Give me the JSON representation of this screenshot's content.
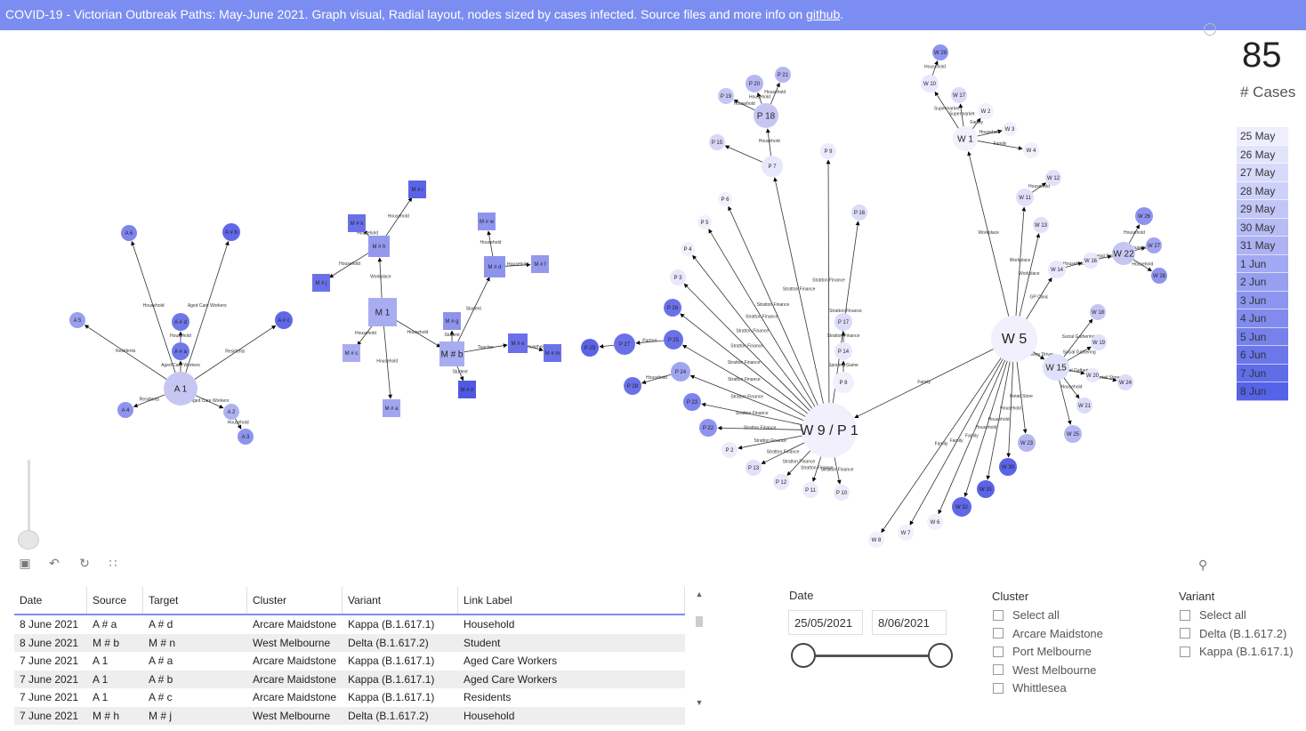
{
  "banner": {
    "text": "COVID-19  - Victorian Outbreak Paths: May-June 2021.  Graph visual, Radial layout, nodes sized by cases infected. Source files and more info on",
    "link": "github",
    "suffix": "."
  },
  "kpi": {
    "value": "85",
    "label": "# Cases"
  },
  "dates": {
    "items": [
      "25 May",
      "26 May",
      "27 May",
      "28 May",
      "29 May",
      "30 May",
      "31 May",
      "1 Jun",
      "2 Jun",
      "3 Jun",
      "4 Jun",
      "5 Jun",
      "6 Jun",
      "7 Jun",
      "8 Jun"
    ],
    "start_color": "#eeeefc",
    "end_color": "#5563e8"
  },
  "colors": {
    "banner": "#7b8df0",
    "node_light": "#ecebfb",
    "node_dark": "#5060e6",
    "square": "#8e94ee"
  },
  "graph": {
    "nodes": [
      {
        "id": "A1",
        "label": "A 1",
        "shape": "circle"
      },
      {
        "id": "A#a",
        "label": "A # a",
        "shape": "circle"
      },
      {
        "id": "A#d",
        "label": "A # d",
        "shape": "circle"
      },
      {
        "id": "A#b",
        "label": "A # b",
        "shape": "circle"
      },
      {
        "id": "A#c",
        "label": "A # c",
        "shape": "circle"
      },
      {
        "id": "A2",
        "label": "A 2",
        "shape": "circle"
      },
      {
        "id": "A3",
        "label": "A 3",
        "shape": "circle"
      },
      {
        "id": "A4",
        "label": "A 4",
        "shape": "circle"
      },
      {
        "id": "A5",
        "label": "A 5",
        "shape": "circle"
      },
      {
        "id": "A6",
        "label": "A 6",
        "shape": "circle"
      },
      {
        "id": "M1",
        "label": "M 1",
        "shape": "square"
      },
      {
        "id": "M#h",
        "label": "M # h",
        "shape": "square"
      },
      {
        "id": "M#i",
        "label": "M # i",
        "shape": "square"
      },
      {
        "id": "M#k",
        "label": "M # k",
        "shape": "square"
      },
      {
        "id": "M#j",
        "label": "M # j",
        "shape": "square"
      },
      {
        "id": "M#c",
        "label": "M # c",
        "shape": "square"
      },
      {
        "id": "M#a",
        "label": "M # a",
        "shape": "square"
      },
      {
        "id": "M#b",
        "label": "M # b",
        "shape": "square"
      },
      {
        "id": "M#g",
        "label": "M # g",
        "shape": "square"
      },
      {
        "id": "M#n",
        "label": "M # n",
        "shape": "square"
      },
      {
        "id": "M#e",
        "label": "M # e",
        "shape": "square"
      },
      {
        "id": "M#m",
        "label": "M # m",
        "shape": "square"
      },
      {
        "id": "M#d",
        "label": "M # d",
        "shape": "square"
      },
      {
        "id": "M#w",
        "label": "M # w",
        "shape": "square"
      },
      {
        "id": "M#f",
        "label": "M # f",
        "shape": "square"
      },
      {
        "id": "W9P1",
        "label": "W 9 / P 1",
        "shape": "circle"
      },
      {
        "id": "W5",
        "label": "W 5",
        "shape": "circle"
      },
      {
        "id": "W1",
        "label": "W 1",
        "shape": "circle"
      },
      {
        "id": "P7",
        "label": "P 7",
        "shape": "circle"
      },
      {
        "id": "P18",
        "label": "P 18",
        "shape": "circle"
      },
      {
        "id": "P19",
        "label": "P 19",
        "shape": "circle"
      },
      {
        "id": "P20",
        "label": "P 20",
        "shape": "circle"
      },
      {
        "id": "P21",
        "label": "P 21",
        "shape": "circle"
      },
      {
        "id": "P15",
        "label": "P 15",
        "shape": "circle"
      },
      {
        "id": "P9",
        "label": "P 9",
        "shape": "circle"
      },
      {
        "id": "P16",
        "label": "P 16",
        "shape": "circle"
      },
      {
        "id": "P6",
        "label": "P 6",
        "shape": "circle"
      },
      {
        "id": "P5",
        "label": "P 5",
        "shape": "circle"
      },
      {
        "id": "P4",
        "label": "P 4",
        "shape": "circle"
      },
      {
        "id": "P3",
        "label": "P 3",
        "shape": "circle"
      },
      {
        "id": "P26",
        "label": "P 26",
        "shape": "circle"
      },
      {
        "id": "P25",
        "label": "P 25",
        "shape": "circle"
      },
      {
        "id": "P27",
        "label": "P 27",
        "shape": "circle"
      },
      {
        "id": "P29",
        "label": "P 29",
        "shape": "circle"
      },
      {
        "id": "P24",
        "label": "P 24",
        "shape": "circle"
      },
      {
        "id": "P28",
        "label": "P 28",
        "shape": "circle"
      },
      {
        "id": "P23",
        "label": "P 23",
        "shape": "circle"
      },
      {
        "id": "P22",
        "label": "P 22",
        "shape": "circle"
      },
      {
        "id": "P2",
        "label": "P 2",
        "shape": "circle"
      },
      {
        "id": "P13",
        "label": "P 13",
        "shape": "circle"
      },
      {
        "id": "P12",
        "label": "P 12",
        "shape": "circle"
      },
      {
        "id": "P11",
        "label": "P 11",
        "shape": "circle"
      },
      {
        "id": "P10",
        "label": "P 10",
        "shape": "circle"
      },
      {
        "id": "P17",
        "label": "P 17",
        "shape": "circle"
      },
      {
        "id": "P14",
        "label": "P 14",
        "shape": "circle"
      },
      {
        "id": "P8",
        "label": "P 8",
        "shape": "circle"
      },
      {
        "id": "W29",
        "label": "W 29",
        "shape": "circle"
      },
      {
        "id": "W10",
        "label": "W 10",
        "shape": "circle"
      },
      {
        "id": "W17",
        "label": "W 17",
        "shape": "circle"
      },
      {
        "id": "W2",
        "label": "W 2",
        "shape": "circle"
      },
      {
        "id": "W3",
        "label": "W 3",
        "shape": "circle"
      },
      {
        "id": "W4",
        "label": "W 4",
        "shape": "circle"
      },
      {
        "id": "W12",
        "label": "W 12",
        "shape": "circle"
      },
      {
        "id": "W11",
        "label": "W 11",
        "shape": "circle"
      },
      {
        "id": "W13",
        "label": "W 13",
        "shape": "circle"
      },
      {
        "id": "W14",
        "label": "W 14",
        "shape": "circle"
      },
      {
        "id": "W16",
        "label": "W 16",
        "shape": "circle"
      },
      {
        "id": "W22",
        "label": "W 22",
        "shape": "circle"
      },
      {
        "id": "W26",
        "label": "W 26",
        "shape": "circle"
      },
      {
        "id": "W27",
        "label": "W 27",
        "shape": "circle"
      },
      {
        "id": "W28",
        "label": "W 28",
        "shape": "circle"
      },
      {
        "id": "W18",
        "label": "W 18",
        "shape": "circle"
      },
      {
        "id": "W19",
        "label": "W 19",
        "shape": "circle"
      },
      {
        "id": "W15",
        "label": "W 15",
        "shape": "circle"
      },
      {
        "id": "W20",
        "label": "W 20",
        "shape": "circle"
      },
      {
        "id": "W24",
        "label": "W 24",
        "shape": "circle"
      },
      {
        "id": "W21",
        "label": "W 21",
        "shape": "circle"
      },
      {
        "id": "W25",
        "label": "W 25",
        "shape": "circle"
      },
      {
        "id": "W23",
        "label": "W 23",
        "shape": "circle"
      },
      {
        "id": "W30",
        "label": "W 30",
        "shape": "circle"
      },
      {
        "id": "W31",
        "label": "W 31",
        "shape": "circle"
      },
      {
        "id": "W32",
        "label": "W 32",
        "shape": "circle"
      },
      {
        "id": "W6",
        "label": "W 6",
        "shape": "circle"
      },
      {
        "id": "W7",
        "label": "W 7",
        "shape": "circle"
      },
      {
        "id": "W8",
        "label": "W 8",
        "shape": "circle"
      }
    ],
    "edges": [
      {
        "s": "A1",
        "t": "A#a",
        "label": "Aged Care Workers"
      },
      {
        "s": "A#a",
        "t": "A#d",
        "label": "Household"
      },
      {
        "s": "A1",
        "t": "A#b",
        "label": "Aged Care Workers"
      },
      {
        "s": "A1",
        "t": "A6",
        "label": "Household"
      },
      {
        "s": "A1",
        "t": "A5",
        "label": "Residents"
      },
      {
        "s": "A1",
        "t": "A#c",
        "label": "Residents"
      },
      {
        "s": "A1",
        "t": "A4",
        "label": "Residents"
      },
      {
        "s": "A1",
        "t": "A2",
        "label": "Aged Care Workers"
      },
      {
        "s": "A2",
        "t": "A3",
        "label": "Household"
      },
      {
        "s": "M1",
        "t": "M#h",
        "label": "Workplace"
      },
      {
        "s": "M#h",
        "t": "M#i",
        "label": "Household"
      },
      {
        "s": "M#h",
        "t": "M#k",
        "label": "Household"
      },
      {
        "s": "M#h",
        "t": "M#j",
        "label": "Household"
      },
      {
        "s": "M1",
        "t": "M#c",
        "label": "Household"
      },
      {
        "s": "M1",
        "t": "M#a",
        "label": "Household"
      },
      {
        "s": "M1",
        "t": "M#b",
        "label": "Household"
      },
      {
        "s": "M#b",
        "t": "M#g",
        "label": "Student"
      },
      {
        "s": "M#b",
        "t": "M#n",
        "label": "Student"
      },
      {
        "s": "M#b",
        "t": "M#e",
        "label": "Teacher"
      },
      {
        "s": "M#e",
        "t": "M#m",
        "label": "Household"
      },
      {
        "s": "M#b",
        "t": "M#d",
        "label": "Student"
      },
      {
        "s": "M#d",
        "t": "M#w",
        "label": "Household"
      },
      {
        "s": "M#d",
        "t": "M#f",
        "label": "Household"
      },
      {
        "s": "W9P1",
        "t": "P7",
        "label": "Stratton Finance"
      },
      {
        "s": "P7",
        "t": "P18",
        "label": "Household"
      },
      {
        "s": "P18",
        "t": "P19",
        "label": "Household"
      },
      {
        "s": "P18",
        "t": "P20",
        "label": "Household"
      },
      {
        "s": "P18",
        "t": "P21",
        "label": "Household"
      },
      {
        "s": "P7",
        "t": "P15",
        "label": ""
      },
      {
        "s": "W9P1",
        "t": "P9",
        "label": "Stratton Finance"
      },
      {
        "s": "W9P1",
        "t": "P16",
        "label": "Stratton Finance"
      },
      {
        "s": "W9P1",
        "t": "P6",
        "label": "Stratton Finance"
      },
      {
        "s": "W9P1",
        "t": "P5",
        "label": "Stratton Finance"
      },
      {
        "s": "W9P1",
        "t": "P4",
        "label": "Stratton Finance"
      },
      {
        "s": "W9P1",
        "t": "P3",
        "label": "Stratton Finance"
      },
      {
        "s": "W9P1",
        "t": "P26",
        "label": "Stratton Finance"
      },
      {
        "s": "W9P1",
        "t": "P25",
        "label": "Stratton Finance"
      },
      {
        "s": "P25",
        "t": "P27",
        "label": "Partner"
      },
      {
        "s": "P27",
        "t": "P29",
        "label": ""
      },
      {
        "s": "W9P1",
        "t": "P24",
        "label": "Stratton Finance"
      },
      {
        "s": "P24",
        "t": "P28",
        "label": "Household"
      },
      {
        "s": "W9P1",
        "t": "P23",
        "label": "Stratton Finance"
      },
      {
        "s": "W9P1",
        "t": "P22",
        "label": "Stratton Finance"
      },
      {
        "s": "W9P1",
        "t": "P2",
        "label": "Stratton Finance"
      },
      {
        "s": "W9P1",
        "t": "P13",
        "label": "Stratton Finance"
      },
      {
        "s": "W9P1",
        "t": "P12",
        "label": "Stratton Finance"
      },
      {
        "s": "W9P1",
        "t": "P11",
        "label": "Stratton Finance"
      },
      {
        "s": "W9P1",
        "t": "P10",
        "label": "Stratton Finance"
      },
      {
        "s": "P8",
        "t": "P14",
        "label": "Sporting Game"
      },
      {
        "s": "P14",
        "t": "P17",
        "label": "Stratton Finance"
      },
      {
        "s": "W5",
        "t": "W9P1",
        "label": "Family"
      },
      {
        "s": "W5",
        "t": "W1",
        "label": "Workplace"
      },
      {
        "s": "W1",
        "t": "W10",
        "label": "Supermarket"
      },
      {
        "s": "W10",
        "t": "W29",
        "label": "Household"
      },
      {
        "s": "W1",
        "t": "W17",
        "label": "Supermarket"
      },
      {
        "s": "W1",
        "t": "W2",
        "label": "Family"
      },
      {
        "s": "W1",
        "t": "W3",
        "label": "Household"
      },
      {
        "s": "W1",
        "t": "W4",
        "label": "Family"
      },
      {
        "s": "W5",
        "t": "W11",
        "label": "Workplace"
      },
      {
        "s": "W11",
        "t": "W12",
        "label": "Household"
      },
      {
        "s": "W5",
        "t": "W13",
        "label": "Workplace"
      },
      {
        "s": "W5",
        "t": "W14",
        "label": "GP Clinic"
      },
      {
        "s": "W14",
        "t": "W16",
        "label": "Household"
      },
      {
        "s": "W16",
        "t": "W22",
        "label": "Retail Store"
      },
      {
        "s": "W22",
        "t": "W26",
        "label": "Household"
      },
      {
        "s": "W22",
        "t": "W27",
        "label": "Household"
      },
      {
        "s": "W22",
        "t": "W28",
        "label": "Household"
      },
      {
        "s": "W5",
        "t": "W15",
        "label": "Delivery Driver"
      },
      {
        "s": "W15",
        "t": "W18",
        "label": "Social Gathering"
      },
      {
        "s": "W15",
        "t": "W19",
        "label": "Social Gathering"
      },
      {
        "s": "W15",
        "t": "W20",
        "label": "Social Gathering"
      },
      {
        "s": "W20",
        "t": "W24",
        "label": "Retail Store"
      },
      {
        "s": "W15",
        "t": "W21",
        "label": "Household"
      },
      {
        "s": "W15",
        "t": "W25",
        "label": ""
      },
      {
        "s": "W5",
        "t": "W23",
        "label": "Retail Store"
      },
      {
        "s": "W5",
        "t": "W30",
        "label": "Household"
      },
      {
        "s": "W5",
        "t": "W31",
        "label": "Household"
      },
      {
        "s": "W5",
        "t": "W32",
        "label": "Household"
      },
      {
        "s": "W5",
        "t": "W6",
        "label": "Family"
      },
      {
        "s": "W5",
        "t": "W7",
        "label": "Family"
      },
      {
        "s": "W5",
        "t": "W8",
        "label": "Family"
      }
    ]
  },
  "table": {
    "headers": [
      "Date",
      "Source",
      "Target",
      "Cluster",
      "Variant",
      "Link Label"
    ],
    "rows": [
      [
        "8 June 2021",
        "A # a",
        "A # d",
        "Arcare Maidstone",
        "Kappa (B.1.617.1)",
        "Household"
      ],
      [
        "8 June 2021",
        "M # b",
        "M # n",
        "West Melbourne",
        "Delta (B.1.617.2)",
        "Student"
      ],
      [
        "7 June 2021",
        "A 1",
        "A # a",
        "Arcare Maidstone",
        "Kappa (B.1.617.1)",
        "Aged Care Workers"
      ],
      [
        "7 June 2021",
        "A 1",
        "A # b",
        "Arcare Maidstone",
        "Kappa (B.1.617.1)",
        "Aged Care Workers"
      ],
      [
        "7 June 2021",
        "A 1",
        "A # c",
        "Arcare Maidstone",
        "Kappa (B.1.617.1)",
        "Residents"
      ],
      [
        "7 June 2021",
        "M # h",
        "M # j",
        "West Melbourne",
        "Delta (B.1.617.2)",
        "Household"
      ]
    ]
  },
  "date_slicer": {
    "title": "Date",
    "start": "25/05/2021",
    "end": "8/06/2021"
  },
  "cluster_slicer": {
    "title": "Cluster",
    "options": [
      "Select all",
      "Arcare Maidstone",
      "Port Melbourne",
      "West Melbourne",
      "Whittlesea"
    ]
  },
  "variant_slicer": {
    "title": "Variant",
    "options": [
      "Select all",
      "Delta (B.1.617.2)",
      "Kappa (B.1.617.1)"
    ]
  }
}
